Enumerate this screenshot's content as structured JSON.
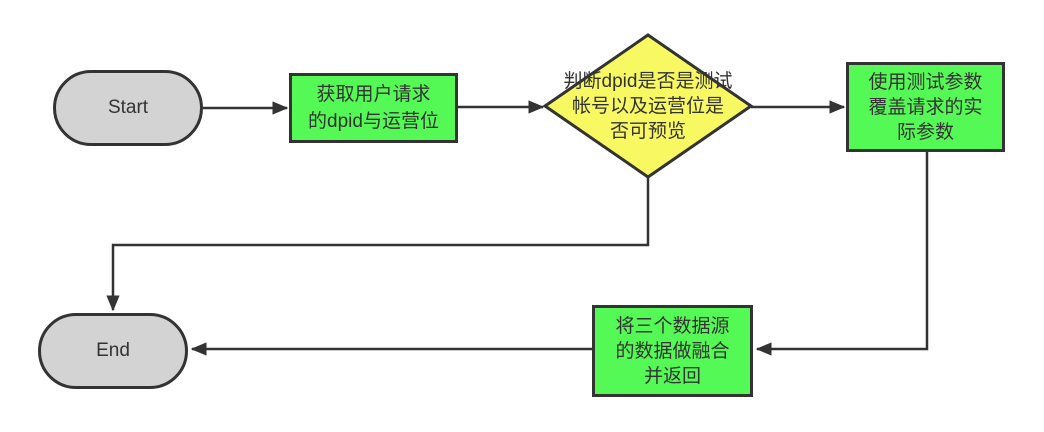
{
  "diagram": {
    "title": "dpid preview flowchart",
    "colors": {
      "background": "#ffffff",
      "stroke": "#333333",
      "terminal_fill": "#d3d3d3",
      "process_fill": "#55f955",
      "decision_fill": "#f8f862",
      "text": "#333333"
    },
    "nodes": {
      "start": {
        "type": "terminal",
        "label": "Start"
      },
      "fetch_request": {
        "type": "process",
        "lines": [
          "获取用户请求",
          "的dpid与运营位"
        ]
      },
      "decision": {
        "type": "decision",
        "lines": [
          "判断dpid是否是测试",
          "帐号以及运营位是",
          "否可预览"
        ]
      },
      "override_params": {
        "type": "process",
        "lines": [
          "使用测试参数",
          "覆盖请求的实",
          "际参数"
        ]
      },
      "merge_data": {
        "type": "process",
        "lines": [
          "将三个数据源",
          "的数据做融合",
          "并返回"
        ]
      },
      "end": {
        "type": "terminal",
        "label": "End"
      }
    },
    "connectors": [
      "start -> fetch_request",
      "fetch_request -> decision",
      "decision -> override_params",
      "decision -> end",
      "override_params -> merge_data",
      "merge_data -> end"
    ]
  }
}
